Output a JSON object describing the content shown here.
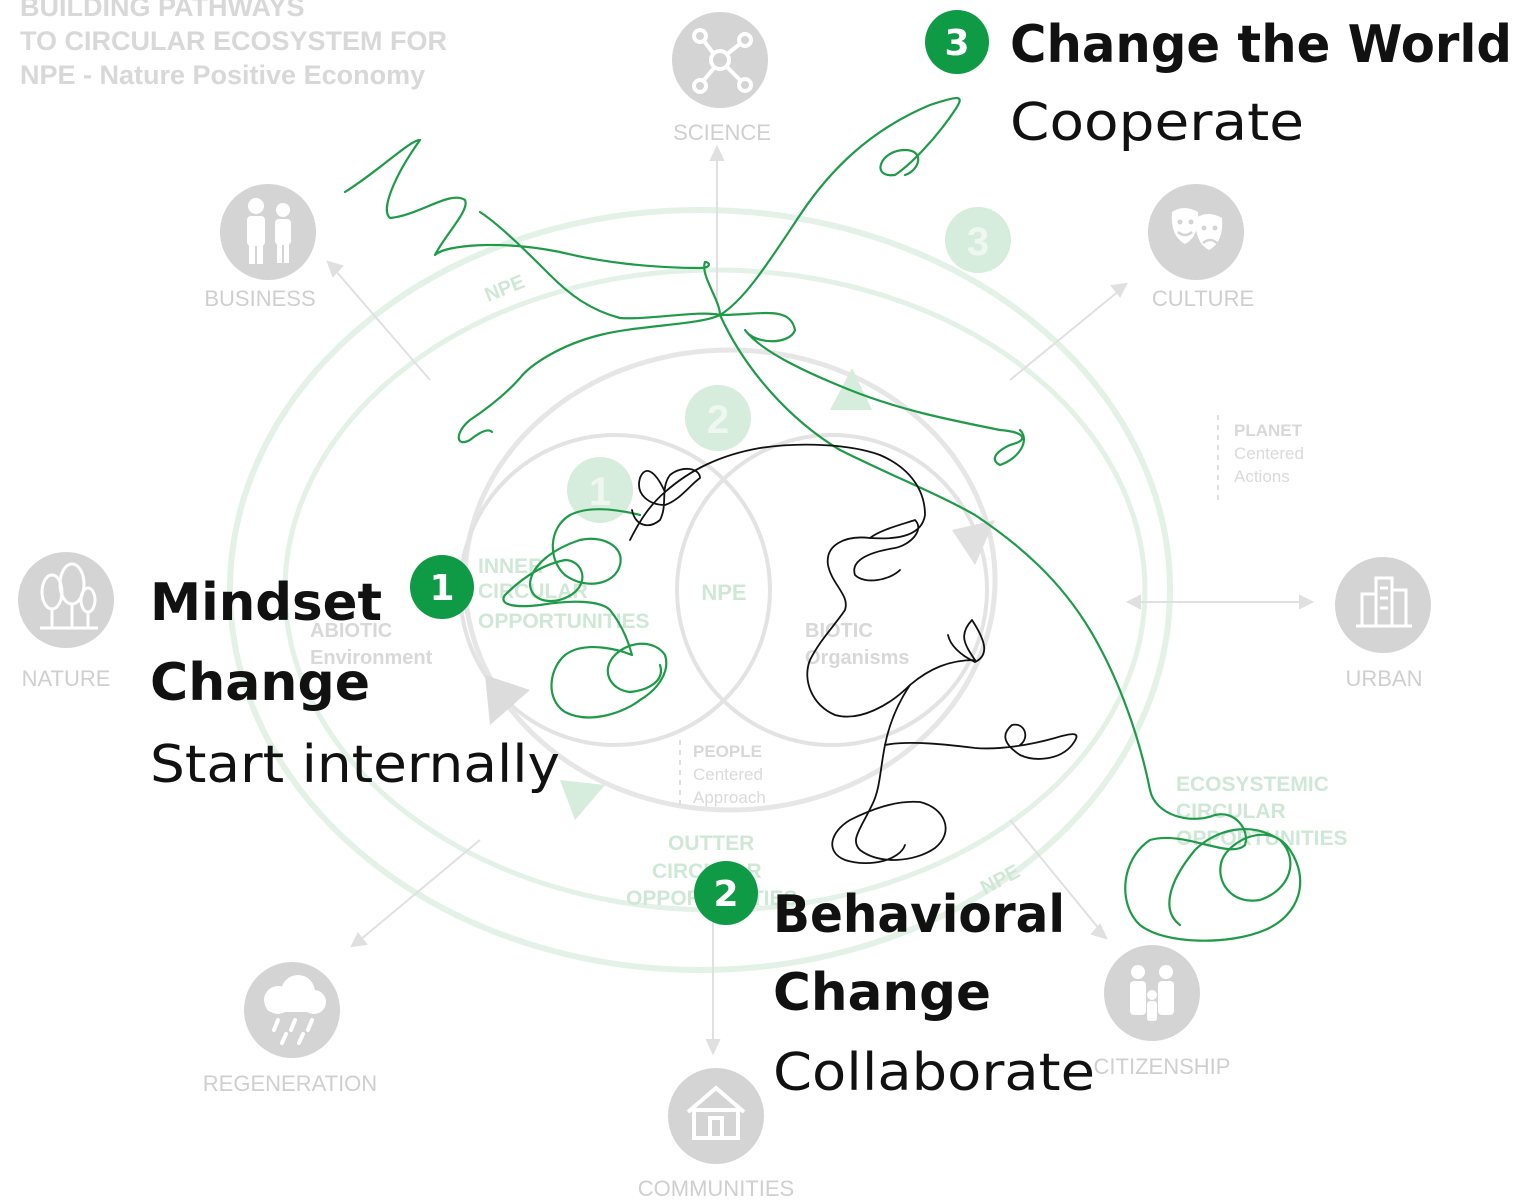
{
  "header": {
    "line1": "BUILDING PATHWAYS",
    "line2": "TO CIRCULAR ECOSYSTEM FOR",
    "line3": "NPE - Nature Positive Economy"
  },
  "categories": {
    "science": "SCIENCE",
    "business": "BUSINESS",
    "culture": "CULTURE",
    "nature": "NATURE",
    "urban": "URBAN",
    "regeneration": "REGENERATION",
    "communities": "COMMUNITIES",
    "citizenship": "CITIZENSHIP"
  },
  "inner": {
    "ring1_num": "1",
    "ring2_num": "2",
    "ring3_num": "3",
    "npe_top": "NPE",
    "npe_center": "NPE",
    "npe_bottom": "NPE",
    "inner_opps": [
      "INNER",
      "CIRCULAR",
      "OPPORTUNITIES"
    ],
    "outter_opps": [
      "OUTTER",
      "CIRCULAR",
      "OPPORTUNITIES"
    ],
    "eco_opps": [
      "ECOSYSTEMIC",
      "CIRCULAR",
      "OPPORTUNITIES"
    ],
    "abiotic": "ABIOTIC",
    "abiotic_sub": "Environment",
    "biotic": "BIOTIC",
    "biotic_sub": "Organisms",
    "people": "PEOPLE",
    "people_sub1": "Centered",
    "people_sub2": "Approach",
    "planet": "PLANET",
    "planet_sub1": "Centered",
    "planet_sub2": "Actions"
  },
  "steps": [
    {
      "number": "1",
      "title_line1": "Mindset",
      "title_line2": "Change",
      "subtitle": "Start internally"
    },
    {
      "number": "2",
      "title_line1": "Behavioral",
      "title_line2": "Change",
      "subtitle": "Collaborate"
    },
    {
      "number": "3",
      "title_line1": "Change the World",
      "subtitle": "Cooperate"
    }
  ],
  "colors": {
    "accent_green": "#0f9a45",
    "scribble_green": "#1f9a48",
    "scribble_black": "#111111",
    "faded_gray": "#d4d4d4",
    "faded_green": "#cfe8d6"
  },
  "icons": [
    "science-network-icon",
    "business-people-icon",
    "culture-masks-icon",
    "nature-trees-icon",
    "urban-buildings-icon",
    "regeneration-rain-icon",
    "communities-house-icon",
    "citizenship-family-icon"
  ]
}
